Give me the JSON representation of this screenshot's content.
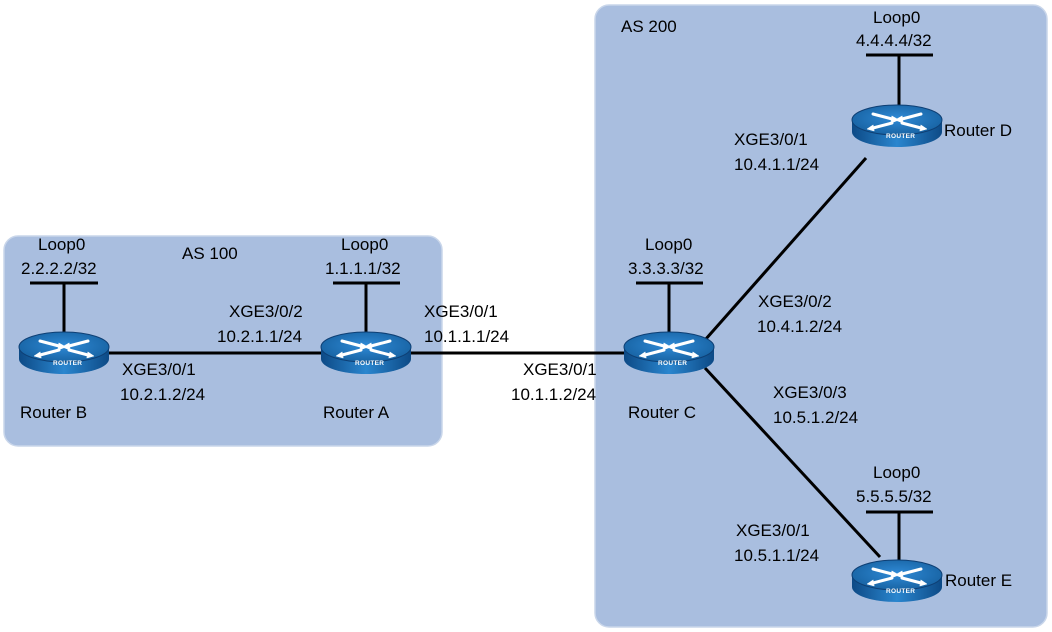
{
  "colors": {
    "as_fill": "#a9bedf",
    "as_stroke": "#c9d6ea",
    "link": "#000000",
    "router_body": "#1f72b8",
    "router_top": "#1b6fb5",
    "router_dark": "#0e3f74"
  },
  "icons": {
    "router": "router-icon"
  },
  "as_regions": {
    "as100": {
      "label": "AS 100"
    },
    "as200": {
      "label": "AS 200"
    }
  },
  "routers": {
    "router_a": {
      "name": "Router A",
      "loop_name": "Loop0",
      "loop_ip": "1.1.1.1/32"
    },
    "router_b": {
      "name": "Router B",
      "loop_name": "Loop0",
      "loop_ip": "2.2.2.2/32"
    },
    "router_c": {
      "name": "Router C",
      "loop_name": "Loop0",
      "loop_ip": "3.3.3.3/32"
    },
    "router_d": {
      "name": "Router D",
      "loop_name": "Loop0",
      "loop_ip": "4.4.4.4/32"
    },
    "router_e": {
      "name": "Router E",
      "loop_name": "Loop0",
      "loop_ip": "5.5.5.5/32"
    },
    "badge": "ROUTER"
  },
  "interfaces": {
    "b_if1": {
      "port": "XGE3/0/1",
      "ip": "10.2.1.2/24"
    },
    "a_if2": {
      "port": "XGE3/0/2",
      "ip": "10.2.1.1/24"
    },
    "a_if1": {
      "port": "XGE3/0/1",
      "ip": "10.1.1.1/24"
    },
    "c_if1": {
      "port": "XGE3/0/1",
      "ip": "10.1.1.2/24"
    },
    "c_if2": {
      "port": "XGE3/0/2",
      "ip": "10.4.1.2/24"
    },
    "c_if3": {
      "port": "XGE3/0/3",
      "ip": "10.5.1.2/24"
    },
    "d_if1": {
      "port": "XGE3/0/1",
      "ip": "10.4.1.1/24"
    },
    "e_if1": {
      "port": "XGE3/0/1",
      "ip": "10.5.1.1/24"
    }
  }
}
